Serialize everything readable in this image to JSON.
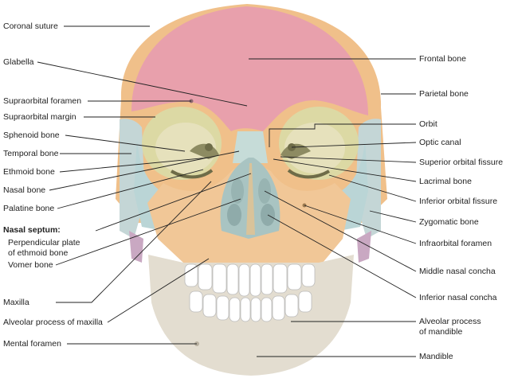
{
  "labels_left": {
    "coronal_suture": "Coronal suture",
    "glabella": "Glabella",
    "supraorbital_foramen": "Supraorbital foramen",
    "supraorbital_margin": "Supraorbital margin",
    "sphenoid_bone": "Sphenoid bone",
    "temporal_bone": "Temporal bone",
    "ethmoid_bone": "Ethmoid bone",
    "nasal_bone": "Nasal bone",
    "palatine_bone": "Palatine bone",
    "nasal_septum": "Nasal septum:",
    "perpendicular_plate_1": "Perpendicular plate",
    "perpendicular_plate_2": "of ethmoid bone",
    "vomer_bone": "Vomer bone",
    "maxilla": "Maxilla",
    "alveolar_process_maxilla": "Alveolar process of maxilla",
    "mental_foramen": "Mental foramen"
  },
  "labels_right": {
    "frontal_bone": "Frontal bone",
    "parietal_bone": "Parietal bone",
    "orbit": "Orbit",
    "optic_canal": "Optic canal",
    "superior_orbital_fissure": "Superior orbital fissure",
    "lacrimal_bone": "Lacrimal bone",
    "inferior_orbital_fissure": "Inferior orbital fissure",
    "zygomatic_bone": "Zygomatic bone",
    "infraorbital_foramen": "Infraorbital foramen",
    "middle_nasal_concha": "Middle nasal concha",
    "inferior_nasal_concha": "Inferior nasal concha",
    "alveolar_process_mandible_1": "Alveolar process",
    "alveolar_process_mandible_2": "of mandible",
    "mandible": "Mandible"
  },
  "colors": {
    "frontal": "#e8a0ac",
    "parietal": "#f0c08a",
    "sphenoid": "#d8ddb0",
    "temporal": "#c4d6d6",
    "ethmoid": "#b9d1cf",
    "nasal": "#c6dcd8",
    "maxilla": "#f1c797",
    "zygomatic": "#bad5d6",
    "mandible": "#e3ddd0",
    "teeth": "#ffffff",
    "orbit_inner": "#dcd9a4",
    "cavity": "#a9c4c2",
    "leader": "#222222"
  }
}
